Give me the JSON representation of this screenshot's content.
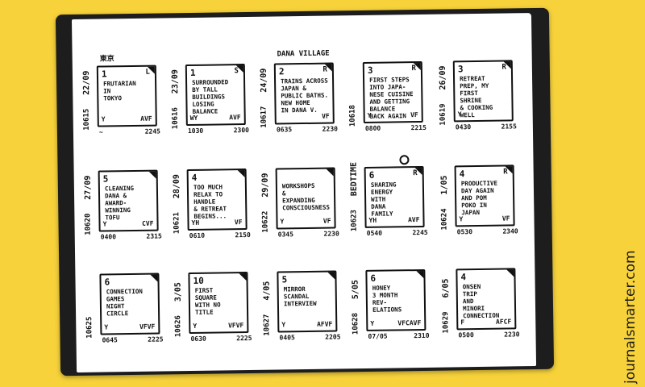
{
  "watermark": "journalsmarter.com",
  "cells": [
    {
      "row": 0,
      "col": 0,
      "date": "22/09",
      "id": "10615",
      "num": "1",
      "letter": "L",
      "text": "FRUTARIAN\nIN\nTOKYO",
      "bl": "Y",
      "br": "AVF",
      "bottom_left": "~",
      "bottom_right": "2245",
      "label": "東京"
    },
    {
      "row": 0,
      "col": 1,
      "date": "23/09",
      "id": "10616",
      "num": "1",
      "letter": "S",
      "text": "SURROUNDED\nBY TALL\nBUILDINGS\nLOSING\nBALANCE",
      "bl": "WY",
      "br": "AVF",
      "bottom_left": "1030",
      "bottom_right": "2300",
      "label": ""
    },
    {
      "row": 0,
      "col": 2,
      "date": "24/09",
      "id": "10617",
      "num": "2",
      "letter": "R",
      "text": "TRAINS ACROSS\nJAPAN &\nPUBLIC BATHS.\nNEW HOME\nIN DANA V.",
      "bl": "",
      "br": "VF",
      "bottom_left": "0635",
      "bottom_right": "2230",
      "label": "DANA VILLAGE"
    },
    {
      "row": 0,
      "col": 3,
      "date": "",
      "id": "10618",
      "num": "3",
      "letter": "R",
      "text": "FIRST STEPS\nINTO JAPA-\nNESE CUISINE\nAND GETTING\nBALANCE\nBACK AGAIN",
      "bl": "Y",
      "br": "VF",
      "bottom_left": "0800",
      "bottom_right": "2215",
      "label": ""
    },
    {
      "row": 0,
      "col": 4,
      "date": "26/09",
      "id": "10619",
      "num": "3",
      "letter": "R",
      "text": "RETREAT\nPREP, MY\nFIRST\nSHRINE\n& COOKING\nWELL",
      "bl": "Y",
      "br": "",
      "bottom_left": "0430",
      "bottom_right": "2155",
      "label": ""
    },
    {
      "row": 1,
      "col": 0,
      "date": "27/09",
      "id": "10620",
      "num": "5",
      "letter": "",
      "text": "CLEANING\nDANA &\nAWARD-\nWINNING\nTOFU",
      "bl": "Y",
      "br": "CVF",
      "bottom_left": "0400",
      "bottom_right": "2315",
      "label": ""
    },
    {
      "row": 1,
      "col": 1,
      "date": "28/09",
      "id": "10621",
      "num": "4",
      "letter": "",
      "text": "TOO MUCH\nRELAX TO\nHANDLE\n& RETREAT\nBEGINS...",
      "bl": "YH",
      "br": "VF",
      "bottom_left": "0610",
      "bottom_right": "2150",
      "label": ""
    },
    {
      "row": 1,
      "col": 2,
      "date": "29/09",
      "id": "10622",
      "num": "",
      "letter": "",
      "text": "WORKSHOPS\n&\nEXPANDING\nCONSCIOUSNESS",
      "bl": "Y",
      "br": "VF",
      "bottom_left": "0345",
      "bottom_right": "2230",
      "label": ""
    },
    {
      "row": 1,
      "col": 3,
      "date": "BEDTIME",
      "id": "10623",
      "num": "6",
      "letter": "R",
      "text": "SHARING\nENERGY\nWITH\nDANA\nFAMILY",
      "bl": "YH",
      "br": "AVF",
      "bottom_left": "0540",
      "bottom_right": "2245",
      "label": ""
    },
    {
      "row": 1,
      "col": 4,
      "date": "1/05",
      "id": "10624",
      "num": "4",
      "letter": "R",
      "text": "PRODUCTIVE\nDAY AGAIN\nAND POM\nPOKO IN\nJAPAN",
      "bl": "Y",
      "br": "VF",
      "bottom_left": "0530",
      "bottom_right": "2340",
      "label": ""
    },
    {
      "row": 2,
      "col": 0,
      "date": "",
      "id": "10625",
      "num": "6",
      "letter": "",
      "text": "CONNECTION\nGAMES\nNIGHT\nCIRCLE",
      "bl": "Y",
      "br": "VFVF",
      "bottom_left": "0645",
      "bottom_right": "2225",
      "label": ""
    },
    {
      "row": 2,
      "col": 1,
      "date": "3/05",
      "id": "10626",
      "num": "10",
      "letter": "",
      "text": "FIRST\nSQUARE\nWITH NO\nTITLE",
      "bl": "Y",
      "br": "VFVF",
      "bottom_left": "0630",
      "bottom_right": "2225",
      "label": ""
    },
    {
      "row": 2,
      "col": 2,
      "date": "4/05",
      "id": "10627",
      "num": "5",
      "letter": "",
      "text": "MIRROR\nSCANDAL\nINTERVIEW",
      "bl": "Y",
      "br": "AFVF",
      "bottom_left": "0405",
      "bottom_right": "2205",
      "label": ""
    },
    {
      "row": 2,
      "col": 3,
      "date": "5/05",
      "id": "10628",
      "num": "6",
      "letter": "",
      "text": "HONEY\n3 MONTH\nREV-\nELATIONS",
      "bl": "Y",
      "br": "VFCAVF",
      "bottom_left": "07/05",
      "bottom_right": "2310",
      "label": ""
    },
    {
      "row": 2,
      "col": 4,
      "date": "6/05",
      "id": "10629",
      "num": "4",
      "letter": "",
      "text": "ONSEN\nTRIP\nAND\nMINORI\nCONNECTION",
      "bl": "F",
      "br": "AFCF",
      "bottom_left": "0500",
      "bottom_right": "2230",
      "label": ""
    }
  ]
}
